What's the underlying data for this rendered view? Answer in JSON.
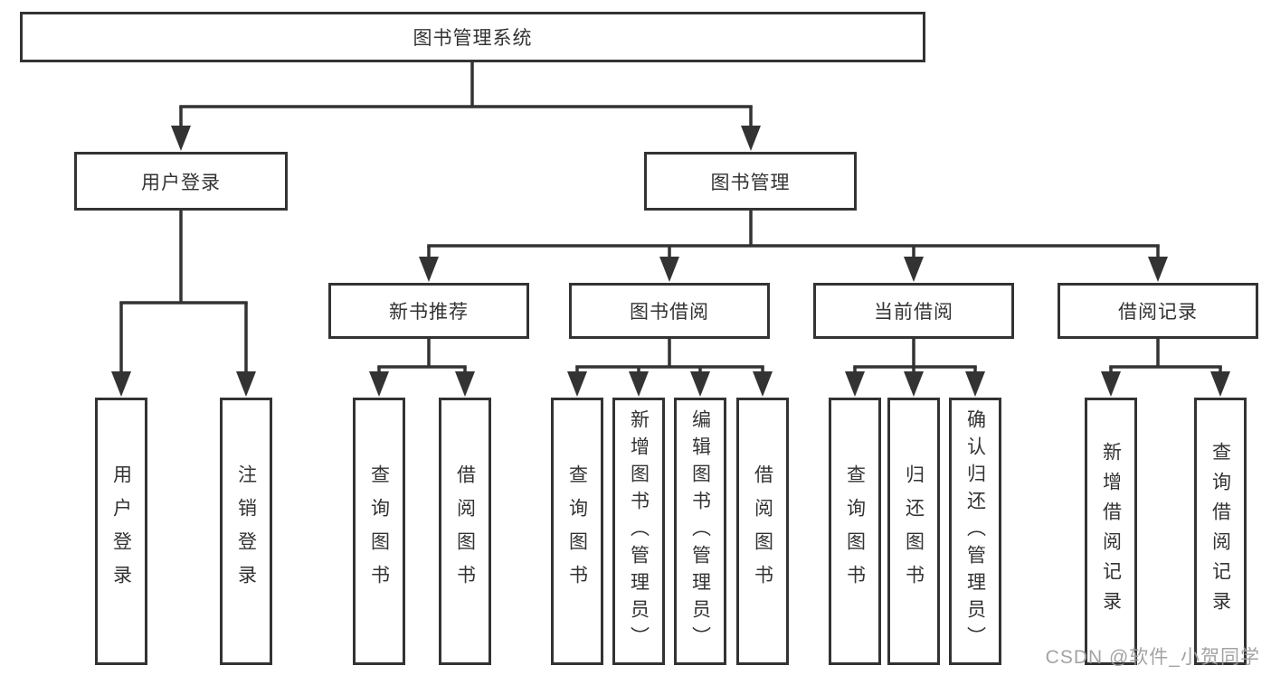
{
  "diagram": {
    "title": "图书管理系统",
    "nodes": [
      {
        "id": "root",
        "label": "图书管理系统"
      },
      {
        "id": "user-login",
        "label": "用户登录"
      },
      {
        "id": "book-mgmt",
        "label": "图书管理"
      },
      {
        "id": "new-book-rec",
        "label": "新书推荐"
      },
      {
        "id": "book-borrow",
        "label": "图书借阅"
      },
      {
        "id": "current-borrow",
        "label": "当前借阅"
      },
      {
        "id": "borrow-record",
        "label": "借阅记录"
      },
      {
        "id": "leaf-user-login",
        "label": "用户登录"
      },
      {
        "id": "leaf-logout",
        "label": "注销登录"
      },
      {
        "id": "leaf-query-book-1",
        "label": "查询图书"
      },
      {
        "id": "leaf-borrow-book-1",
        "label": "借阅图书"
      },
      {
        "id": "leaf-query-book-2",
        "label": "查询图书"
      },
      {
        "id": "leaf-add-book",
        "label": "新增图书（管理员）"
      },
      {
        "id": "leaf-edit-book",
        "label": "编辑图书（管理员）"
      },
      {
        "id": "leaf-borrow-book-2",
        "label": "借阅图书"
      },
      {
        "id": "leaf-query-book-3",
        "label": "查询图书"
      },
      {
        "id": "leaf-return-book",
        "label": "归还图书"
      },
      {
        "id": "leaf-confirm-return",
        "label": "确认归还（管理员）"
      },
      {
        "id": "leaf-add-record",
        "label": "新增借阅记录"
      },
      {
        "id": "leaf-query-record",
        "label": "查询借阅记录"
      }
    ],
    "edges": [
      [
        "root",
        "user-login"
      ],
      [
        "root",
        "book-mgmt"
      ],
      [
        "user-login",
        "leaf-user-login"
      ],
      [
        "user-login",
        "leaf-logout"
      ],
      [
        "book-mgmt",
        "new-book-rec"
      ],
      [
        "book-mgmt",
        "book-borrow"
      ],
      [
        "book-mgmt",
        "current-borrow"
      ],
      [
        "book-mgmt",
        "borrow-record"
      ],
      [
        "new-book-rec",
        "leaf-query-book-1"
      ],
      [
        "new-book-rec",
        "leaf-borrow-book-1"
      ],
      [
        "book-borrow",
        "leaf-query-book-2"
      ],
      [
        "book-borrow",
        "leaf-add-book"
      ],
      [
        "book-borrow",
        "leaf-edit-book"
      ],
      [
        "book-borrow",
        "leaf-borrow-book-2"
      ],
      [
        "current-borrow",
        "leaf-query-book-3"
      ],
      [
        "current-borrow",
        "leaf-return-book"
      ],
      [
        "current-borrow",
        "leaf-confirm-return"
      ],
      [
        "borrow-record",
        "leaf-add-record"
      ],
      [
        "borrow-record",
        "leaf-query-record"
      ]
    ]
  },
  "colors": {
    "line": "#333333",
    "text": "#333333",
    "box_background": "#ffffff",
    "watermark": "#9e9e9e"
  },
  "watermark": {
    "text": "CSDN @软件_小贺同学"
  }
}
